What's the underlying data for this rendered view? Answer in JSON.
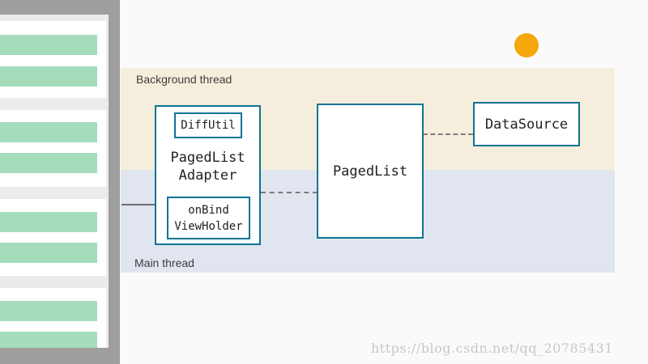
{
  "bands": {
    "background_label": "Background thread",
    "main_label": "Main thread"
  },
  "adapter": {
    "diffutil_label": "DiffUtil",
    "name_line1": "PagedList",
    "name_line2": "Adapter",
    "onbind_line1": "onBind",
    "onbind_line2": "ViewHolder"
  },
  "pagedlist": {
    "label": "PagedList"
  },
  "datasource": {
    "label": "DataSource"
  },
  "watermark": "https://blog.csdn.net/qq_20785431",
  "colors": {
    "accent_border": "#0d7494",
    "background_band": "#f6eedc",
    "main_band": "#e0e5f0",
    "list_bar": "#a5dcbc",
    "dot": "#f5a70c"
  }
}
